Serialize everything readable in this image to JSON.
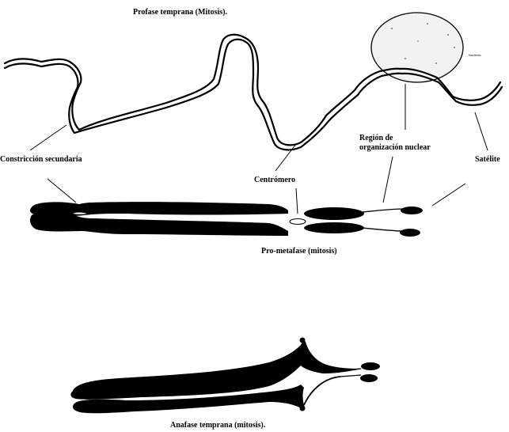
{
  "titles": {
    "prophase": "Profase temprana (Mitosis).",
    "prometaphase": "Pro-metafase (mitosis)",
    "anaphase": "Anafase temprana (mitosis)."
  },
  "labels": {
    "secondary_constriction": "Constricción secundaria",
    "centromere": "Centrómero",
    "nor_line1": "Región de",
    "nor_line2": "organización nuclear",
    "satellite": "Satélite",
    "nucleolus": "Nucleolo"
  },
  "colors": {
    "chromatin": "#000000",
    "background": "#ffffff",
    "nucleolus_fill": "#f2f2f2"
  }
}
